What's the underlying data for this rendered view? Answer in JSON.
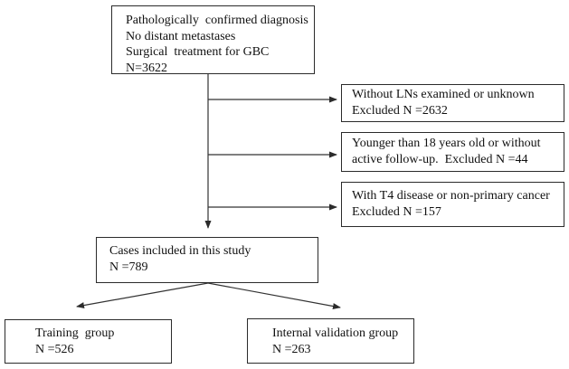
{
  "figure": {
    "background_color": "#ffffff",
    "line_color": "#333333",
    "border_color": "#2b2b2b",
    "boxes": {
      "eligibility": {
        "lines": [
          "Pathologically  confirmed diagnosis",
          "No distant metastases",
          "Surgical  treatment for GBC",
          "N=3622"
        ]
      },
      "exclusion_1": {
        "lines": [
          "Without LNs examined or unknown",
          "Excluded N =2632"
        ]
      },
      "exclusion_2": {
        "lines": [
          "Younger than 18 years old or without",
          "active follow-up.  Excluded N =44"
        ]
      },
      "exclusion_3": {
        "lines": [
          "With T4 disease or non-primary cancer",
          "Excluded N =157"
        ]
      },
      "included": {
        "lines": [
          "Cases included in this study",
          "N =789"
        ]
      },
      "training": {
        "lines": [
          "Training  group",
          "N =526"
        ]
      },
      "validation": {
        "lines": [
          "Internal validation group",
          "N =263"
        ]
      }
    }
  }
}
